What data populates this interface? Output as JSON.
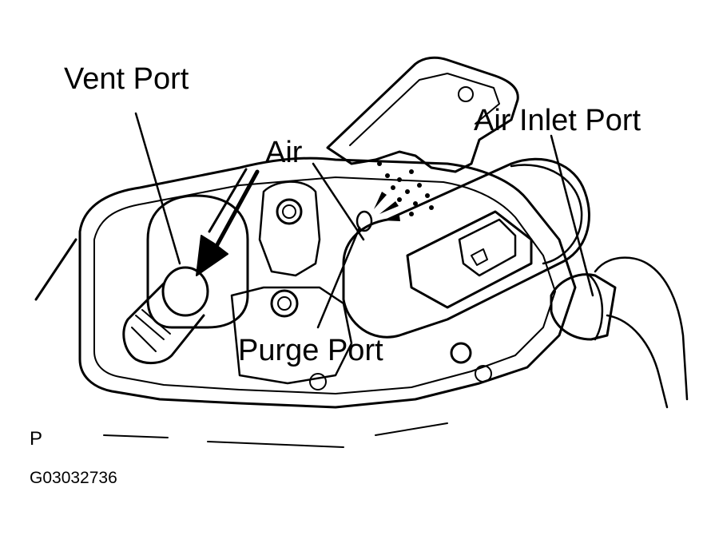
{
  "labels": {
    "vent_port": "Vent Port",
    "air": "Air",
    "air_inlet_port": "Air Inlet Port",
    "purge_port": "Purge Port",
    "view_letter": "P",
    "figure_code": "G03032736"
  }
}
